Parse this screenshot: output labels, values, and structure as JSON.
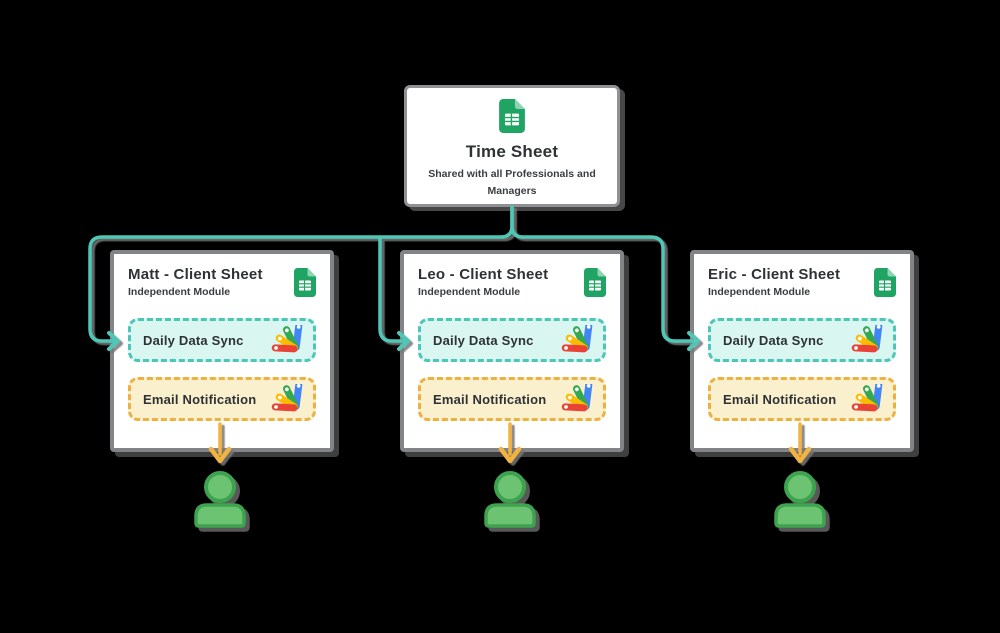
{
  "root_node": {
    "title": "Time Sheet",
    "subtitle": "Shared with all Professionals and Managers",
    "icon": "google-sheets-icon"
  },
  "client_nodes": [
    {
      "title": "Matt - Client Sheet",
      "subtitle": "Independent Module",
      "icon": "google-sheets-icon",
      "modules": [
        {
          "label": "Daily Data Sync",
          "icon": "apps-script-icon"
        },
        {
          "label": "Email Notification",
          "icon": "apps-script-icon"
        }
      ]
    },
    {
      "title": "Leo - Client Sheet",
      "subtitle": "Independent Module",
      "icon": "google-sheets-icon",
      "modules": [
        {
          "label": "Daily Data Sync",
          "icon": "apps-script-icon"
        },
        {
          "label": "Email Notification",
          "icon": "apps-script-icon"
        }
      ]
    },
    {
      "title": "Eric - Client Sheet",
      "subtitle": "Independent Module",
      "icon": "google-sheets-icon",
      "modules": [
        {
          "label": "Daily Data Sync",
          "icon": "apps-script-icon"
        },
        {
          "label": "Email Notification",
          "icon": "apps-script-icon"
        }
      ]
    }
  ],
  "persons": [
    {
      "icon": "person-icon",
      "under": "Matt - Client Sheet"
    },
    {
      "icon": "person-icon",
      "under": "Leo - Client Sheet"
    },
    {
      "icon": "person-icon",
      "under": "Eric - Client Sheet"
    }
  ],
  "colors": {
    "background": "#000000",
    "teal_connector": "#4fc7b7",
    "amber_connector": "#f2b340",
    "sync_fill": "#daf6f1",
    "sync_border": "#4cc6b6",
    "email_fill": "#fbf0ce",
    "email_border": "#ebb243",
    "card_border_gray": "#828487",
    "sheets_green": "#1fa463",
    "sheets_fold_green": "#8fd4b2",
    "person_fill_green": "#6cc473",
    "person_stroke_green": "#3ea34f",
    "text_dark": "#2e3235"
  }
}
